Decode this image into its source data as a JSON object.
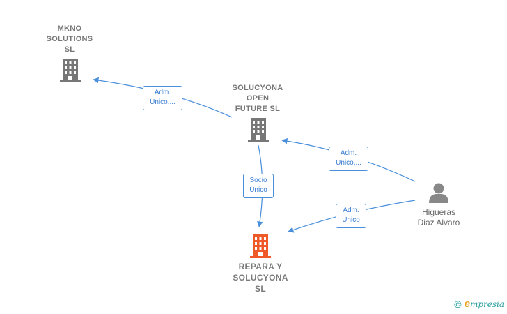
{
  "nodes": {
    "mkno": {
      "lines": [
        "MKNO",
        "SOLUTIONS",
        "SL"
      ]
    },
    "solucyona_open": {
      "lines": [
        "SOLUCYONA",
        "OPEN",
        "FUTURE  SL"
      ]
    },
    "repara": {
      "lines": [
        "REPARA Y",
        "SOLUCYONA",
        "SL"
      ]
    },
    "person": {
      "lines": [
        "Higueras",
        "Diaz Alvaro"
      ]
    }
  },
  "edges": {
    "open_to_mkno": {
      "lines": [
        "Adm.",
        "Unico,..."
      ]
    },
    "person_to_open": {
      "lines": [
        "Adm.",
        "Unico,..."
      ]
    },
    "open_to_repara": {
      "lines": [
        "Socio",
        "Único"
      ]
    },
    "person_to_repara": {
      "lines": [
        "Adm.",
        "Unico"
      ]
    }
  },
  "colors": {
    "edge": "#4a8fdc",
    "building": "#777777",
    "building_highlight": "#f05a28",
    "person": "#888888"
  },
  "footer": {
    "copyright": "©",
    "brand_initial": "e",
    "brand_rest": "mpresia"
  }
}
